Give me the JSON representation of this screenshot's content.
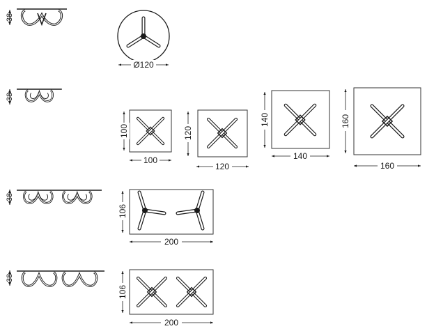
{
  "side_label": "38",
  "rows": [
    {
      "top_view": {
        "width_label": "Ø120"
      }
    },
    {
      "top_views": [
        {
          "width_label": "100",
          "depth_label": "100"
        },
        {
          "width_label": "120",
          "depth_label": "120"
        },
        {
          "width_label": "140",
          "depth_label": "140"
        },
        {
          "width_label": "160",
          "depth_label": "160"
        }
      ]
    },
    {
      "top_view": {
        "width_label": "200",
        "depth_label": "106"
      }
    },
    {
      "top_view": {
        "width_label": "200",
        "depth_label": "106"
      }
    }
  ],
  "colors": {
    "line": "#1a1a1a",
    "frame": "#333333"
  }
}
